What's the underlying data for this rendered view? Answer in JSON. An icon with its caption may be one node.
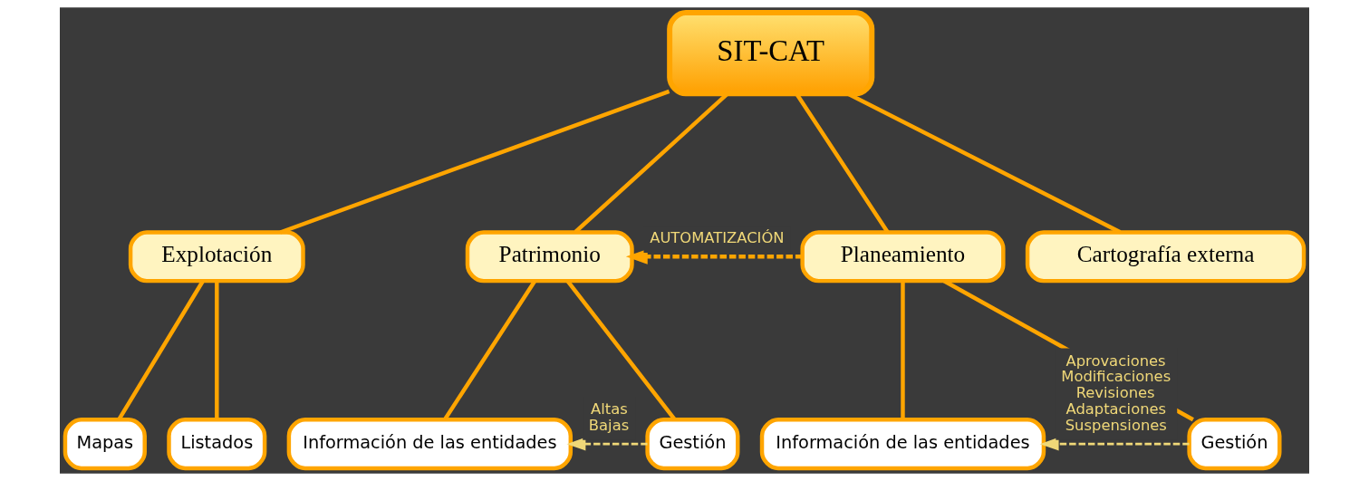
{
  "diagram": {
    "nodes": [
      {
        "text": [
          "SIT-CAT"
        ]
      },
      {
        "text": [
          "Explotación"
        ]
      },
      {
        "text": [
          "Patrimonio"
        ]
      },
      {
        "text": [
          "Planeamiento"
        ]
      },
      {
        "text": [
          "Cartografía externa"
        ]
      },
      {
        "text": [
          "Mapas"
        ]
      },
      {
        "text": [
          "Listados"
        ]
      },
      {
        "text": [
          "Información de las entidades"
        ]
      },
      {
        "text": [
          "Gestión"
        ]
      },
      {
        "text": [
          "Información de las entidades"
        ]
      },
      {
        "text": [
          "Gestión"
        ]
      }
    ],
    "edges": [
      {
        "from": 0,
        "to": 1,
        "arrow": "none"
      },
      {
        "from": 0,
        "to": 2,
        "arrow": "none"
      },
      {
        "from": 0,
        "to": 3,
        "arrow": "none"
      },
      {
        "from": 0,
        "to": 4,
        "arrow": "none"
      },
      {
        "from": 1,
        "to": 5,
        "arrow": "none"
      },
      {
        "from": 1,
        "to": 6,
        "arrow": "none"
      },
      {
        "from": 2,
        "to": 7,
        "arrow": "none"
      },
      {
        "from": 2,
        "to": 8,
        "arrow": "none"
      },
      {
        "from": 3,
        "to": 9,
        "arrow": "none"
      },
      {
        "from": 3,
        "to": 10,
        "arrow": "none"
      },
      {
        "from": 3,
        "to": 2,
        "arrow": "to",
        "label": "AUTOMATIZACIÓN",
        "style": "dashed"
      },
      {
        "from": 8,
        "to": 7,
        "arrow": "to",
        "label": "Altas Bajas",
        "style": "dashed",
        "color": "#f0d878"
      },
      {
        "from": 10,
        "to": 9,
        "arrow": "to",
        "label": "Aprovaciones Modificaciones Revisiones Adaptaciones Suspensiones",
        "style": "dashed",
        "color": "#f0d878"
      }
    ]
  }
}
